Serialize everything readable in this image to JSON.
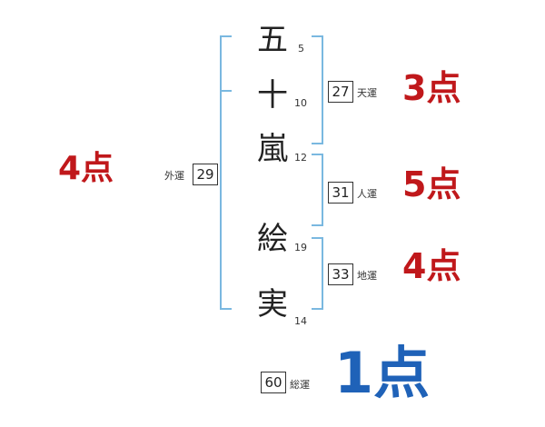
{
  "name": {
    "characters": [
      {
        "char": "五",
        "strokes": "5"
      },
      {
        "char": "十",
        "strokes": "10"
      },
      {
        "char": "嵐",
        "strokes": "12"
      },
      {
        "char": "絵",
        "strokes": "19"
      },
      {
        "char": "実",
        "strokes": "14"
      }
    ]
  },
  "fortunes": {
    "gaiun": {
      "label": "外運",
      "value": "29",
      "score": "4点"
    },
    "tenun": {
      "label": "天運",
      "value": "27",
      "score": "3点"
    },
    "jinun": {
      "label": "人運",
      "value": "31",
      "score": "5点"
    },
    "chiun": {
      "label": "地運",
      "value": "33",
      "score": "4点"
    },
    "souun": {
      "label": "総運",
      "value": "60",
      "score": "1点"
    }
  },
  "colors": {
    "bracket": "#7ab8e0",
    "score_red": "#c0181b",
    "score_blue": "#1f62b8"
  }
}
